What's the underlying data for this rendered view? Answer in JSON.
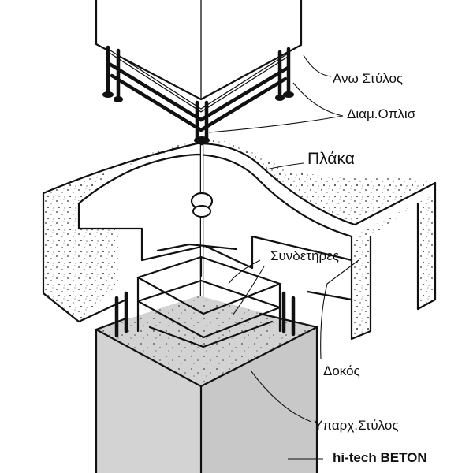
{
  "labels": {
    "upper_column": "Ανω Στύλος",
    "diagonal_rebar": "Διαμ.Οπλισ",
    "slab": "Πλάκα",
    "stirrups": "Συνδετήρες",
    "beam": "Δοκός",
    "existing_column": "Υπαρχ.Στύλος"
  },
  "brand": {
    "prefix": "hi-tech ",
    "name": "BETON"
  },
  "colors": {
    "ink": "#111111",
    "concrete_gray": "#d3d3d3",
    "paper": "#ffffff"
  }
}
